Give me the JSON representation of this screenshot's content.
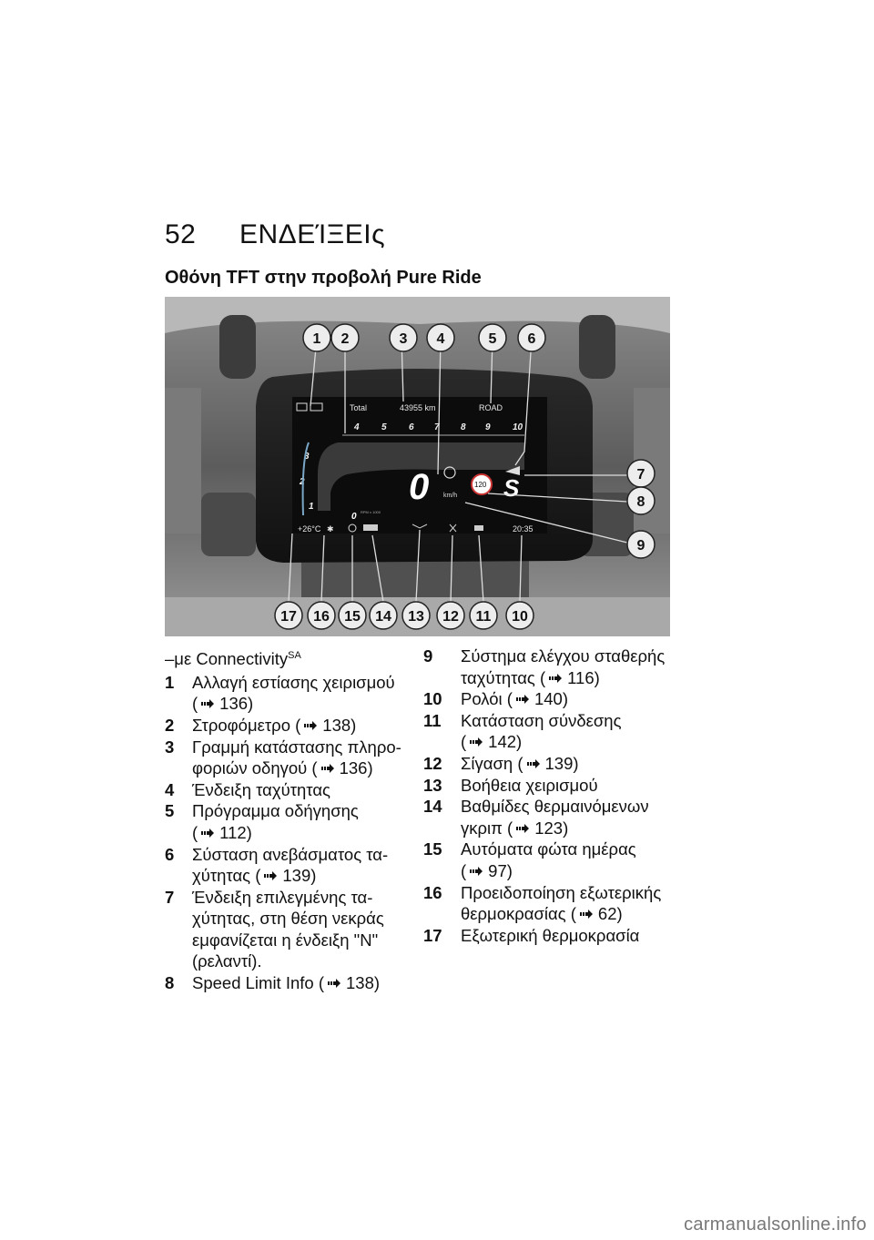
{
  "header": {
    "page_number": "52",
    "chapter": "ΕΝΔΕΊΞΕΙς"
  },
  "subtitle": "Οθόνη TFT στην προβολή Pure Ride",
  "display": {
    "odometer_label": "Total",
    "odometer_value": "43955 km",
    "mode": "ROAD",
    "speed": "0",
    "speed_unit": "km/h",
    "speed_limit": "120",
    "gear": "S",
    "neutral": "0",
    "temperature": "+26°C",
    "clock": "20:35",
    "rpm_unit": "RPM x 1000",
    "rpm_scale": [
      "1",
      "2",
      "3",
      "4",
      "5",
      "6",
      "7",
      "8",
      "9",
      "10"
    ],
    "callouts": [
      "1",
      "2",
      "3",
      "4",
      "5",
      "6",
      "7",
      "8",
      "9",
      "10",
      "11",
      "12",
      "13",
      "14",
      "15",
      "16",
      "17"
    ]
  },
  "intro": {
    "text": "–με Connectivity",
    "sup": "SA"
  },
  "items_left": [
    {
      "n": "1",
      "lines": [
        "Αλλαγή εστίασης χειρισμού"
      ],
      "ref": "136)"
    },
    {
      "n": "2",
      "lines": [
        "Στροφόμετρο ("
      ],
      "ref_inline": "138)"
    },
    {
      "n": "3",
      "lines": [
        "Γραμμή κατάστασης πληρο-",
        "φοριών οδηγού ("
      ],
      "ref_inline": "136)"
    },
    {
      "n": "4",
      "lines": [
        "Ένδειξη ταχύτητας"
      ]
    },
    {
      "n": "5",
      "lines": [
        "Πρόγραμμα οδήγησης"
      ],
      "ref": "112)"
    },
    {
      "n": "6",
      "lines": [
        "Σύσταση ανεβάσματος τα-",
        "χύτητας ("
      ],
      "ref_inline": "139)"
    },
    {
      "n": "7",
      "lines": [
        "Ένδειξη επιλεγμένης τα-",
        "χύτητας, στη θέση νεκράς",
        "εμφανίζεται η ένδειξη \"N\"",
        "(ρελαντί)."
      ]
    },
    {
      "n": "8",
      "lines": [
        "Speed Limit Info ("
      ],
      "ref_inline": "138)"
    }
  ],
  "items_right": [
    {
      "n": "9",
      "lines": [
        "Σύστημα ελέγχου σταθερής",
        "ταχύτητας ("
      ],
      "ref_inline": "116)"
    },
    {
      "n": "10",
      "lines": [
        "Ρολόι ("
      ],
      "ref_inline": "140)"
    },
    {
      "n": "11",
      "lines": [
        "Κατάσταση σύνδεσης"
      ],
      "ref": "142)"
    },
    {
      "n": "12",
      "lines": [
        "Σίγαση ("
      ],
      "ref_inline": "139)"
    },
    {
      "n": "13",
      "lines": [
        "Βοήθεια χειρισμού"
      ]
    },
    {
      "n": "14",
      "lines": [
        "Βαθμίδες θερμαινόμενων",
        "γκριπ ("
      ],
      "ref_inline": "123)"
    },
    {
      "n": "15",
      "lines": [
        "Αυτόματα φώτα ημέρας"
      ],
      "ref": "97)"
    },
    {
      "n": "16",
      "lines": [
        "Προειδοποίηση εξωτερικής",
        "θερμοκρασίας ("
      ],
      "ref_inline": "62)"
    },
    {
      "n": "17",
      "lines": [
        "Εξωτερική θερμοκρασία"
      ]
    }
  ],
  "watermark": "carmanualsonline.info"
}
